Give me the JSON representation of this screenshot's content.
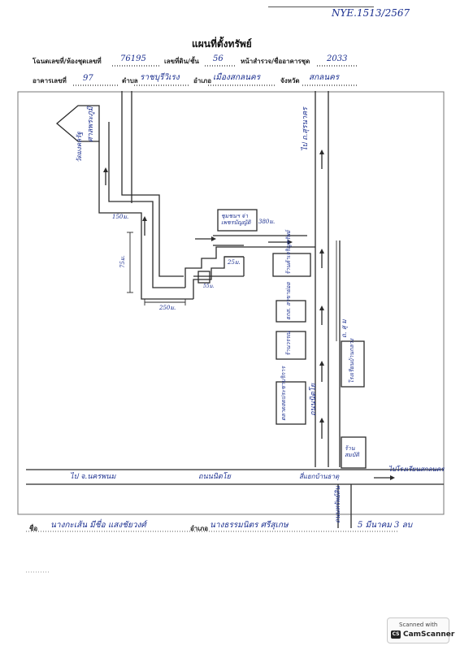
{
  "doc_number": "NYE.1513/2567",
  "title": "แผนที่ตั้งทรัพย์",
  "form": {
    "row1": {
      "label_title_no": "โฉนดเลขที่/ห้องชุดเลขที่",
      "title_no": "76195",
      "label_land_no": "เลขที่ดิน/ชั้น",
      "land_no": "56",
      "label_survey": "หน้าสำรวจ/ชื่ออาคารชุด",
      "survey_page": "2033"
    },
    "row2": {
      "label_building": "อาคารเลขที่",
      "building_no": "97",
      "label_subdistrict": "ตำบล",
      "subdistrict": "ราชบุรีวิเรง",
      "label_district": "อำเภอ",
      "district": "เมืองสกลนคร",
      "label_province": "จังหวัด",
      "province": "สกลนคร"
    }
  },
  "map_labels": {
    "shrine": "ศาลพระภูมิ",
    "shrine_sub": "วัดมงคลรัฐ",
    "road_right_top": "ไป ถ.สุรนาคร",
    "dist_left": "150ม.",
    "dist_mid": "380ม.",
    "dist_short": "75ม.",
    "dist_tiny": "55ม.",
    "dist_right": "25ม.",
    "dist_bottom": "250ม.",
    "box_top": "ชุมชนฯ จ่าเพชรบัญญัติ",
    "box_a": "ร้านค้าเจริญทรัพย์",
    "box_b": "ธกส. สาขาย่อย",
    "box_c": "ร้านวรรณ",
    "box_d": "ตลาดสดประชาบริการ",
    "box_e": "โรงเรียนบ้านกลาง",
    "box_f": "ร้านสมบัติ",
    "road_center": "ถนนนิตโย",
    "road_right_vert": "ถ. สุ ม",
    "road_bottom_left": "ไป จ.นครพนม",
    "road_bottom_mid": "ถนนนิตโย",
    "road_bottom_junction": "สี่แยกบ้านธาตุ",
    "road_bottom_right": "ไปโรงเรียนสกลนคร",
    "road_vertical_bottom": "ถนนทรัพย์สิน"
  },
  "footer": {
    "label_owner": "ชื่อ",
    "owner": "นางกะเส้น มีชื่อ แสงชัยวงศ์",
    "label_location": "อำเภอ",
    "location": "นางธรรมนิตร ศรีสุเกษ",
    "date": "5 มีนาคม 3 ลบ"
  },
  "scanner": {
    "small": "Scanned with",
    "brand": "CamScanner",
    "badge": "CS"
  },
  "colors": {
    "ink": "#1b2f8f",
    "print": "#222222"
  }
}
